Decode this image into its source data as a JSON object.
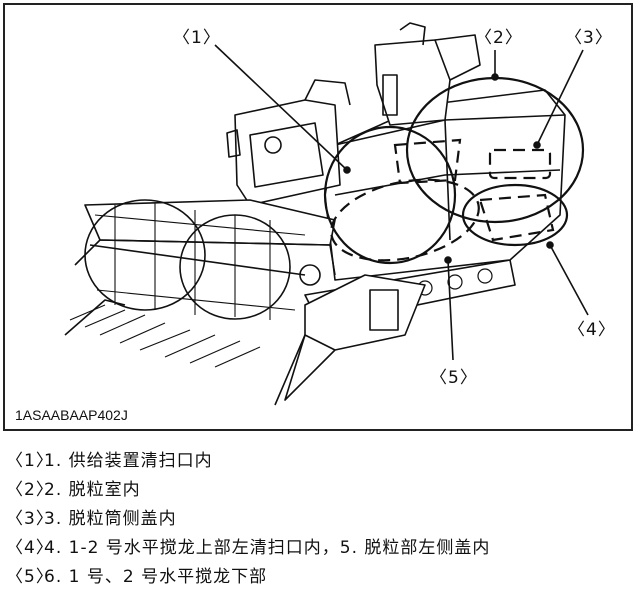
{
  "figure": {
    "code": "1ASAABAAP402J",
    "callouts": [
      "〈1〉",
      "〈2〉",
      "〈3〉",
      "〈4〉",
      "〈5〉"
    ]
  },
  "legend": [
    {
      "num": "〈1〉",
      "text": "1. 供给装置清扫口内"
    },
    {
      "num": "〈2〉",
      "text": "2. 脱粒室内"
    },
    {
      "num": "〈3〉",
      "text": "3. 脱粒筒侧盖内"
    },
    {
      "num": "〈4〉",
      "text": "4. 1-2 号水平搅龙上部左清扫口内，5. 脱粒部左侧盖内"
    },
    {
      "num": "〈5〉",
      "text": "6. 1 号、2 号水平搅龙下部"
    }
  ]
}
